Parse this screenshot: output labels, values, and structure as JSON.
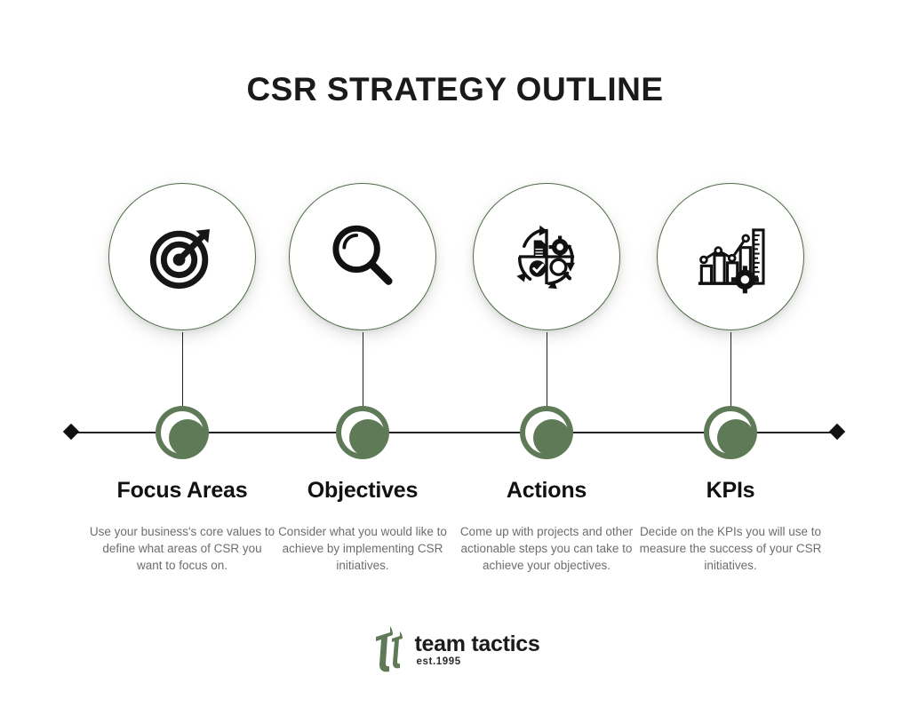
{
  "header": {
    "title": "CSR STRATEGY OUTLINE"
  },
  "theme": {
    "background": "#ffffff",
    "accent_green": "#5e7a56",
    "circle_border": "#4e6b46",
    "heading_color": "#111111",
    "body_color": "#6d6d6d",
    "axis_color": "#222222"
  },
  "timeline": {
    "axis_left_cap_icon": "diamond-marker-icon",
    "axis_right_cap_icon": "diamond-marker-icon"
  },
  "steps": [
    {
      "icon": "target-arrow-icon",
      "heading": "Focus Areas",
      "body": "Use your business's core values to define what areas of CSR you want to focus on."
    },
    {
      "icon": "magnifying-glass-icon",
      "heading": "Objectives",
      "body": "Consider what you would like to achieve by implementing CSR initiatives."
    },
    {
      "icon": "process-cycle-icon",
      "heading": "Actions",
      "body": "Come up with projects and other actionable steps you can take to achieve your objectives."
    },
    {
      "icon": "kpi-chart-ruler-gear-icon",
      "heading": "KPIs",
      "body": "Decide on the KPIs you will use to measure the success of your CSR initiatives."
    }
  ],
  "footer": {
    "logo_mark_icon": "team-tactics-tt-monogram-icon",
    "brand_name": "team tactics",
    "established": "est.1995"
  }
}
